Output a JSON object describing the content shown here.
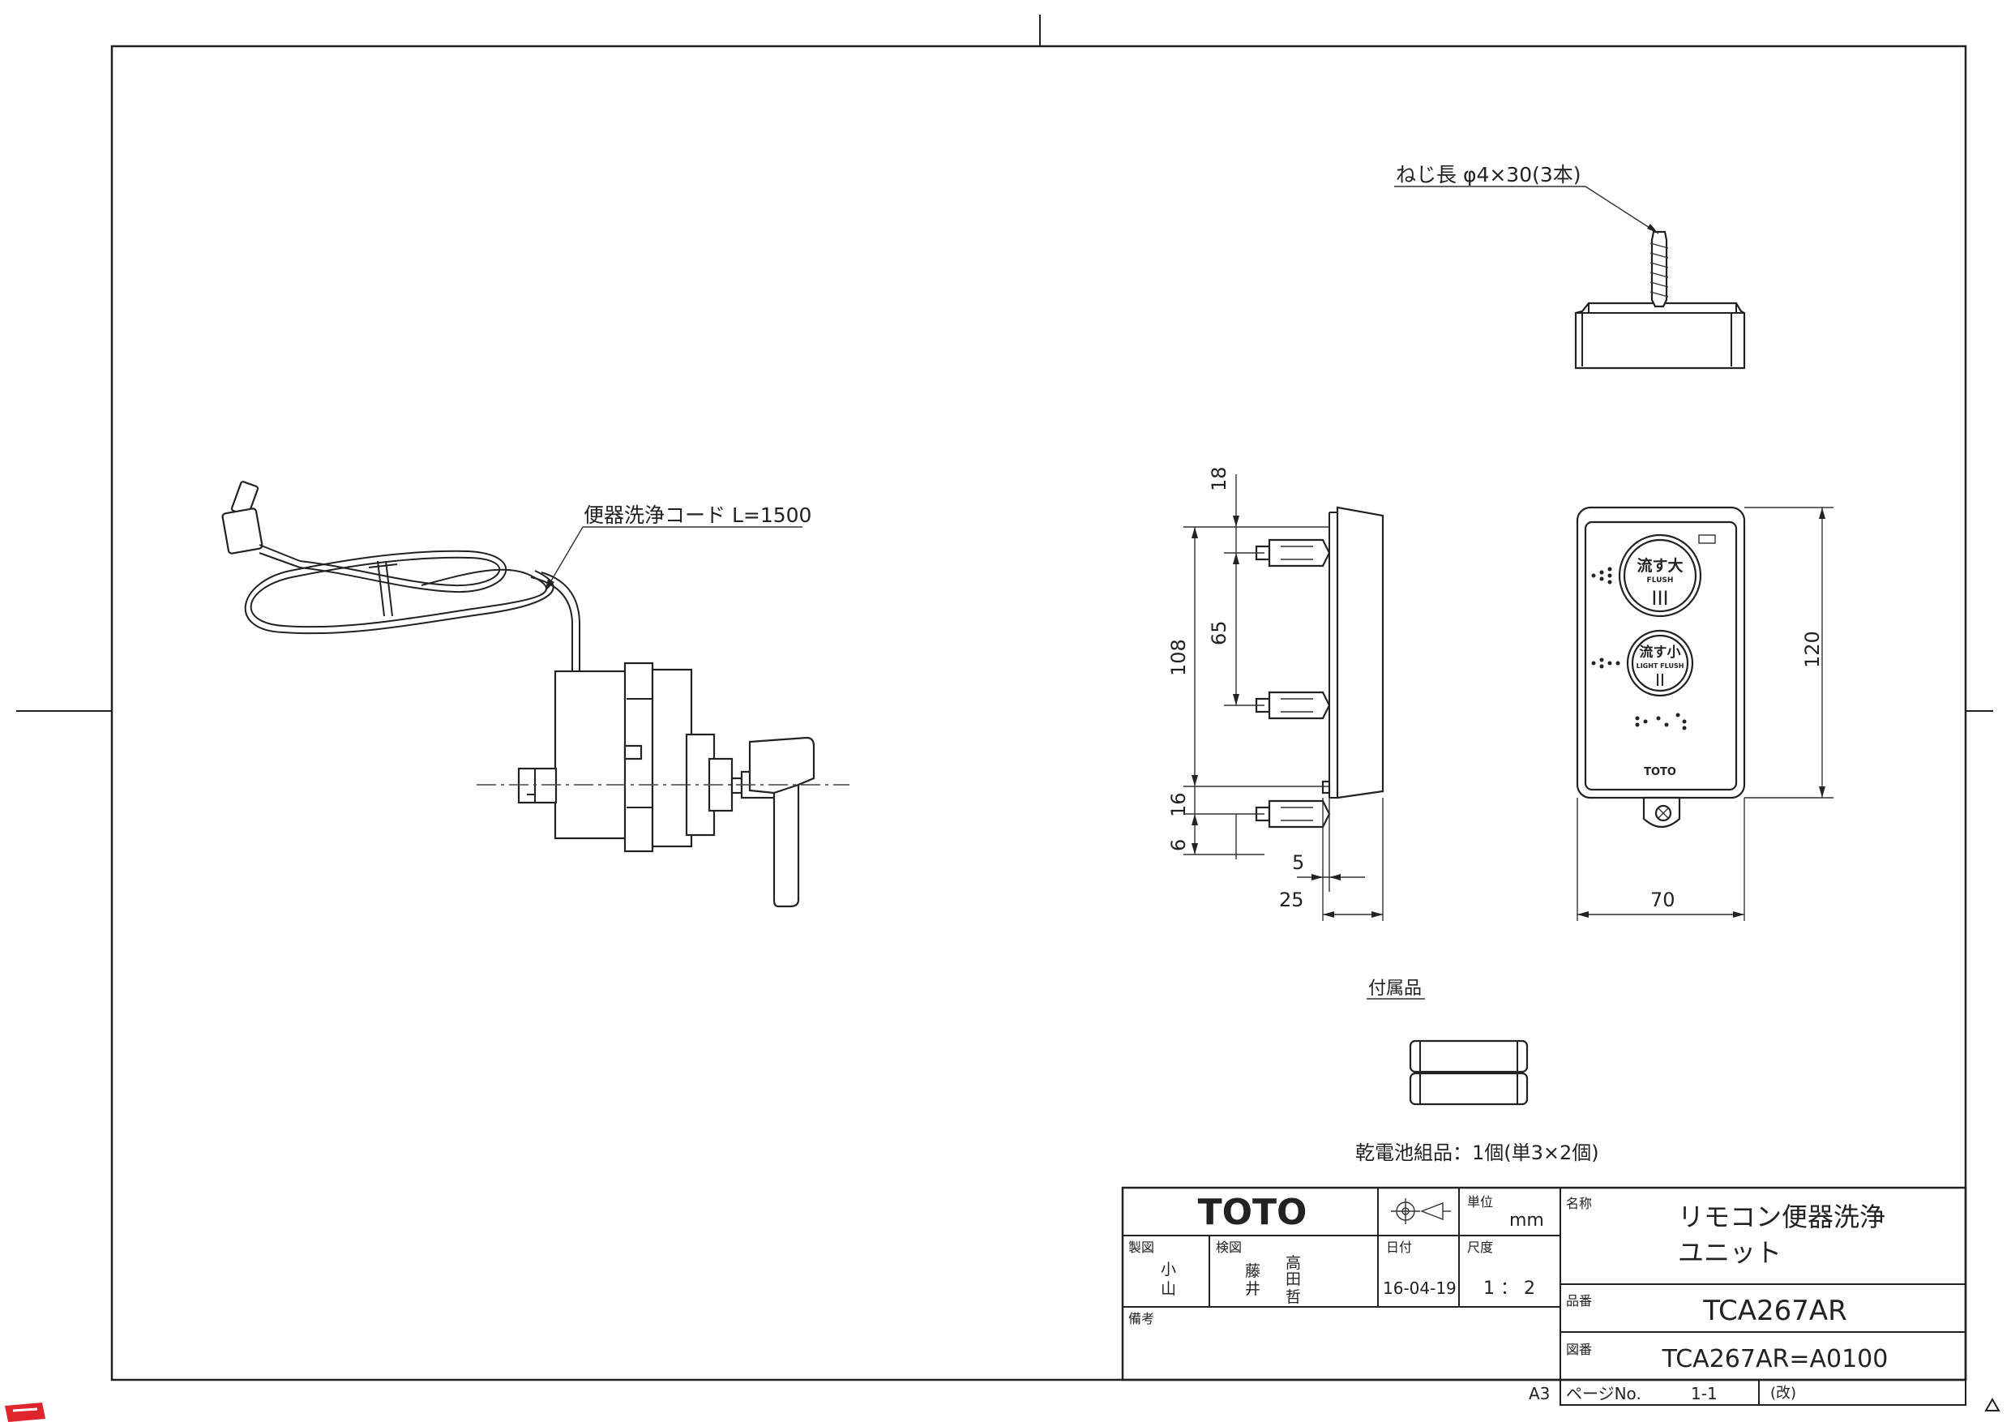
{
  "accessory_labels": {
    "screw": "ねじ長 φ4×30(3本)",
    "cord": "便器洗浄コード L=1500",
    "accessories_heading": "付属品",
    "batteries": "乾電池組品：1個(単3×2個)"
  },
  "dimensions": {
    "d18": "18",
    "d65": "65",
    "d108": "108",
    "d16": "16",
    "d6": "6",
    "d5": "5",
    "d25": "25",
    "d120": "120",
    "d70": "70"
  },
  "remote": {
    "large_flush_label": "流す大",
    "large_flush_sub": "FLUSH",
    "large_flush_mark": "III",
    "small_flush_label": "流す小",
    "small_flush_sub": "LIGHT FLUSH",
    "small_flush_mark": "II",
    "brand": "TOTO"
  },
  "title_block": {
    "logo": "TOTO",
    "unit_label": "単位",
    "unit_value": "mm",
    "maker_label": "製図",
    "maker_name_1": "小",
    "maker_name_2": "山",
    "checker_label": "検図",
    "checker_name_a1": "藤",
    "checker_name_a2": "井",
    "checker_name_b1": "高",
    "checker_name_b2": "田",
    "checker_name_b3": "哲",
    "date_label": "日付",
    "date_value": "16-04-19",
    "scale_label": "尺度",
    "scale_value": "1 ： 2",
    "notes_label": "備考",
    "name_label": "名称",
    "name_line_1": "リモコン便器洗浄",
    "name_line_2": "ユニット",
    "part_label": "品番",
    "part_value": "TCA267AR",
    "drawing_label": "図番",
    "drawing_value": "TCA267AR=A0100",
    "paper_size": "A3",
    "page_label": "ページNo.",
    "page_value": "1-1",
    "revision_label": "(改)"
  }
}
